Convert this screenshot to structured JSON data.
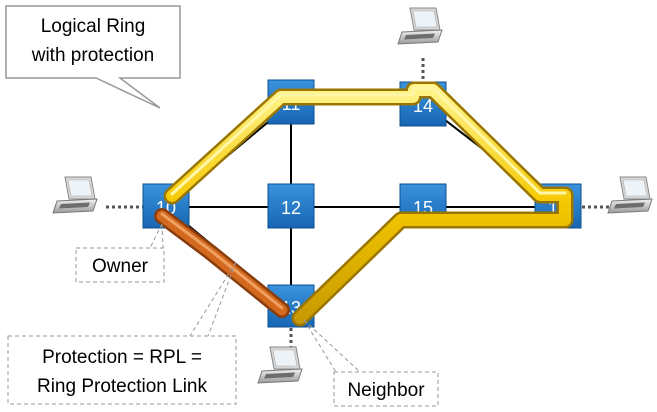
{
  "diagram": {
    "callout_title": [
      "Logical Ring",
      "with protection"
    ],
    "owner_label": "Owner",
    "neighbor_label": "Neighbor",
    "protection_label": [
      "Protection = RPL =",
      "Ring Protection Link"
    ],
    "nodes": [
      {
        "id": "sw-10",
        "label": "10"
      },
      {
        "id": "sw-11",
        "label": "11"
      },
      {
        "id": "sw-12",
        "label": "12"
      },
      {
        "id": "sw-13",
        "label": "13"
      },
      {
        "id": "sw-14",
        "label": "14"
      },
      {
        "id": "sw-15",
        "label": "15"
      },
      {
        "id": "sw-16",
        "label": "16"
      }
    ],
    "colors": {
      "switch": "#1f78c8",
      "ring": "#f4c400",
      "rpl": "#d2691e",
      "link": "#000000",
      "dotted": "#555555"
    }
  }
}
